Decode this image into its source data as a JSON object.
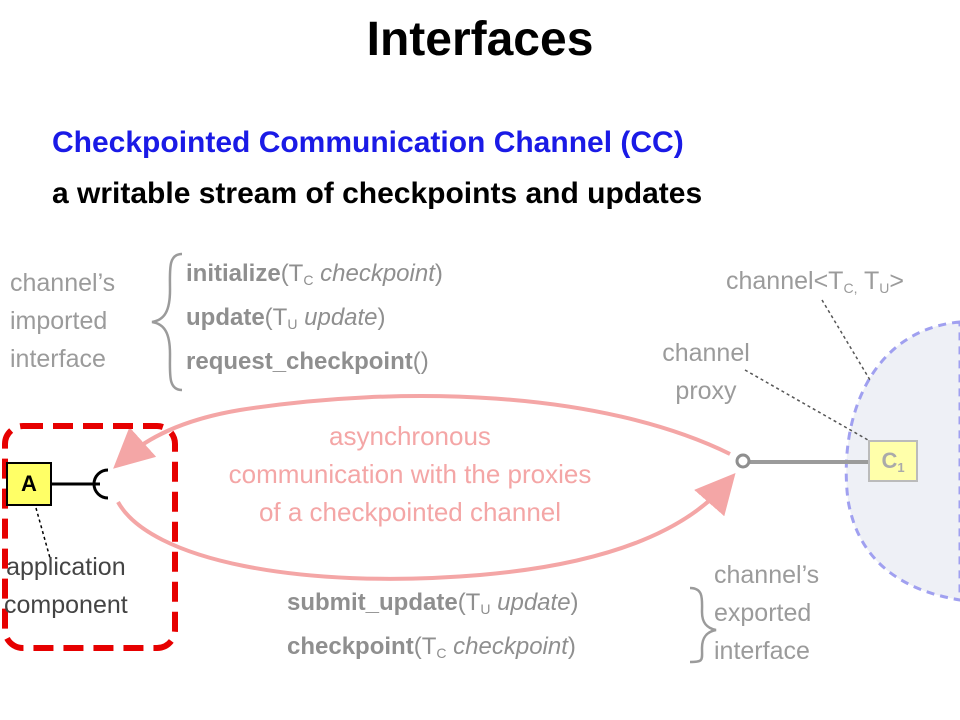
{
  "title": "Interfaces",
  "subtitle": {
    "line1": "Checkpointed Communication Channel (CC)",
    "line2": "a writable stream of checkpoints and updates"
  },
  "imported_interface": {
    "label_line1": "channel’s",
    "label_line2": "imported",
    "label_line3": "interface",
    "methods": [
      {
        "name": "initialize",
        "open": "(T",
        "sub": "C",
        "param": " checkpoint",
        "close": ")"
      },
      {
        "name": "update",
        "open": "(T",
        "sub": "U",
        "param": " update",
        "close": ")"
      },
      {
        "name": "request_checkpoint",
        "open": "(",
        "sub": "",
        "param": "",
        "close": ")"
      }
    ]
  },
  "exported_interface": {
    "label_line1": "channel’s",
    "label_line2": "exported",
    "label_line3": "interface",
    "methods": [
      {
        "name": "submit_update",
        "open": "(T",
        "sub": "U",
        "param": " update",
        "close": ")"
      },
      {
        "name": "checkpoint",
        "open": "(T",
        "sub": "C",
        "param": " checkpoint",
        "close": ")"
      }
    ]
  },
  "channel_type": {
    "prefix": "channel<T",
    "sub1": "C,",
    "mid": " T",
    "sub2": "U",
    "suffix": ">"
  },
  "proxy_label": {
    "line1": "channel",
    "line2": "proxy"
  },
  "communication_text": {
    "line1": "asynchronous",
    "line2": "communication with the proxies",
    "line3": "of a checkpointed channel"
  },
  "component_a": "A",
  "component_c": {
    "letter": "C",
    "sub": "1"
  },
  "application_label": {
    "line1": "application",
    "line2": "component"
  },
  "colors": {
    "blue_title": "#1a1ae6",
    "gray_text": "#9b9b9b",
    "pink_arrow": "#f4a6a6",
    "red_dashed": "#e60000",
    "yellow": "#ffff66",
    "lavender_dashed": "#a0a0f0",
    "channel_fill": "#eef0f6"
  }
}
